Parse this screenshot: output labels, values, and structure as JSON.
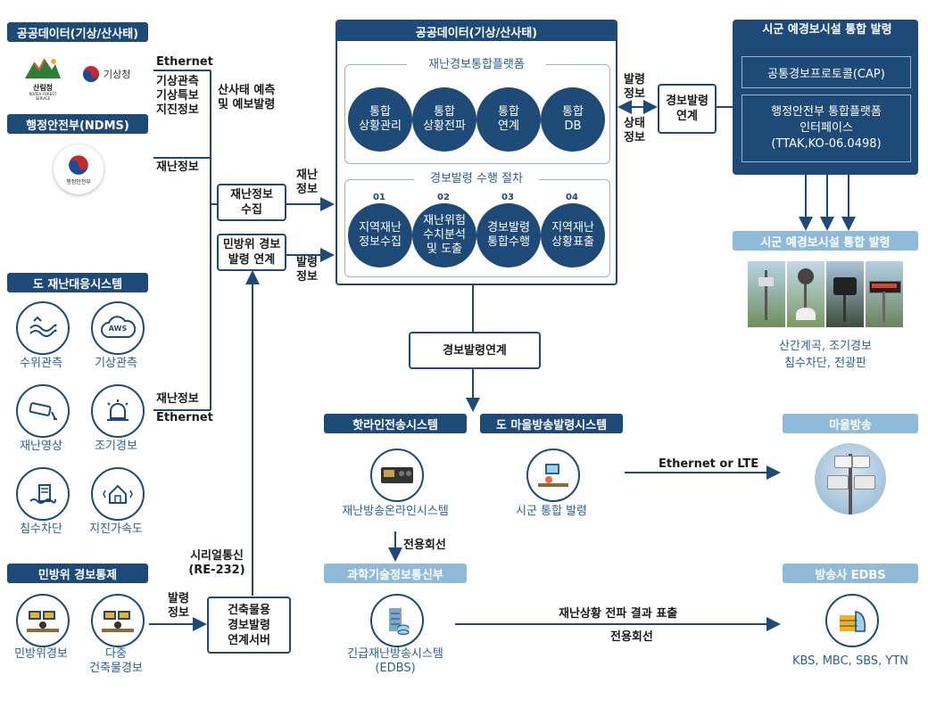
{
  "left": {
    "weather_header": "공공데이터(기상/산사태)",
    "logo_forest": "산림청",
    "logo_forest_sub": "KOREA FOREST SERVICE",
    "logo_kma": "기상청",
    "ndms_header": "행정안전부(NDMS)",
    "logo_mois": "행정안전부",
    "disaster_header": "도 재난대응시스템",
    "icons": [
      {
        "label": "수위관측",
        "icon": "water-level-icon"
      },
      {
        "label": "기상관측",
        "icon": "aws-cloud-icon",
        "badge": "AWS"
      },
      {
        "label": "재난영상",
        "icon": "cctv-icon"
      },
      {
        "label": "조기경보",
        "icon": "siren-icon"
      },
      {
        "label": "침수차단",
        "icon": "flood-barrier-icon"
      },
      {
        "label": "지진가속도",
        "icon": "earthquake-house-icon"
      }
    ],
    "civil_header": "민방위 경보통제",
    "civil_items": [
      "민방위경보",
      "다중\n건축물경보"
    ]
  },
  "labels": {
    "ethernet_top": "Ethernet",
    "weather_info": "기상관측\n기상특보\n지진정보",
    "landslide": "산사태 예측\n및 예보발령",
    "disaster_info_top": "재난정보",
    "disaster_info_mid": "재난\n정보",
    "alert_info": "발령\n정보",
    "disaster_info_bottom": "재난정보",
    "ethernet_bottom": "Ethernet",
    "serial": "시리얼통신\n(RE-232)",
    "alert_info_bottom": "발령\n정보",
    "issue_info": "발령\n정보",
    "status_info": "상태\n정보",
    "dedicated_line": "전용회선",
    "ethernet_lte": "Ethernet or LTE",
    "broadcast_result": "재난상황 전파 결과 표출",
    "dedicated_line_2": "전용회선"
  },
  "boxes": {
    "collect": "재난정보\n수집",
    "civil_link": "민방위 경보\n발령 연계",
    "building_server": "건축물용\n경보발령\n연계서버",
    "alert_link": "경보발령\n연계",
    "alert_link_main": "경보발령연계"
  },
  "center": {
    "header": "공공데이터(기상/산사태)",
    "platform_title": "재난경보통합플랫폼",
    "platform_items": [
      "통합\n상황관리",
      "통합\n상황전파",
      "통합\n연계",
      "통합\nDB"
    ],
    "proc_title": "경보발령 수행 절차",
    "proc_nums": [
      "01",
      "02",
      "03",
      "04"
    ],
    "proc_items": [
      "지역재난\n정보수집",
      "재난위험\n수치분석\n및 도출",
      "경보발령\n통합수행",
      "지역재난\n상황표출"
    ]
  },
  "right": {
    "header": "시군 예경보시설 통합 발령",
    "cap": "공통경보프로토콜(CAP)",
    "interface": "행정안전부 통합플랫폼\n인터페이스\n(TTAK,KO-06.0498)",
    "sub_header": "시군 예경보시설 통합 발령",
    "facility_caption": "산간계곡, 조기경보\n침수차단, 전광판",
    "village_header": "마을방송",
    "edbs_header": "방송사 EDBS",
    "broadcasters": "KBS, MBC, SBS, YTN"
  },
  "bottom": {
    "hotline_header": "핫라인전송시스템",
    "hotline_caption": "재난방송온라인시스템",
    "village_sys_header": "도 마을방송발령시스템",
    "village_sys_caption": "시군 통합 발령",
    "msit_header": "과학기술정보통신부",
    "edbs_caption": "긴급재난방송시스템\n(EDBS)"
  },
  "colors": {
    "primary": "#1e4a78",
    "light": "#8fbad8",
    "accent_text": "#2b5f95"
  }
}
